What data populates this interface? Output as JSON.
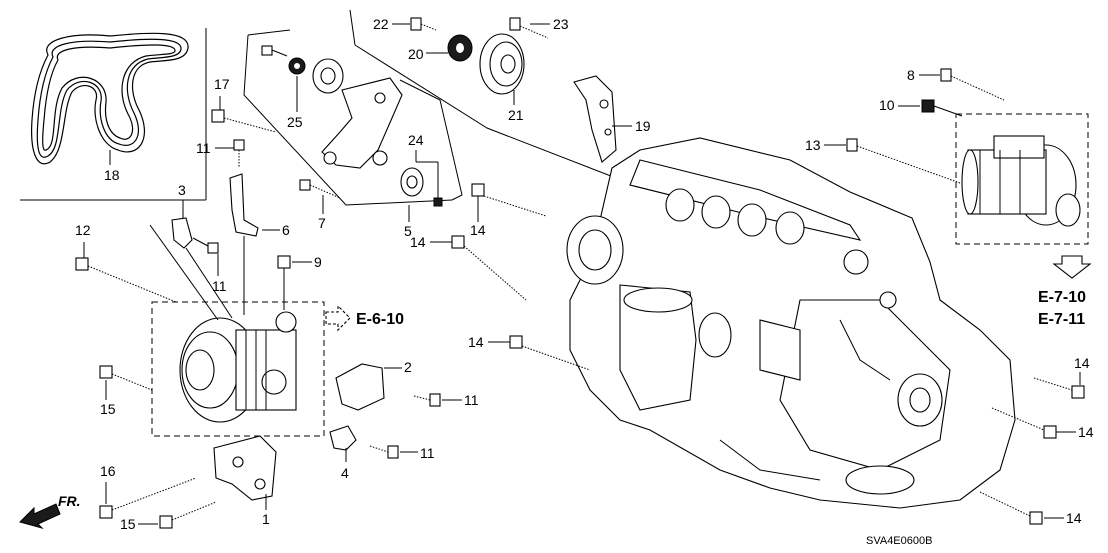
{
  "diagram": {
    "code": "SVA4E0600B",
    "direction": "FR.",
    "refs": {
      "e610": "E-6-10",
      "e710": "E-7-10",
      "e711": "E-7-11"
    },
    "callouts": {
      "c1": "1",
      "c2": "2",
      "c3": "3",
      "c4": "4",
      "c5": "5",
      "c6": "6",
      "c7": "7",
      "c8": "8",
      "c9": "9",
      "c10": "10",
      "c11a": "11",
      "c11b": "11",
      "c11c": "11",
      "c11d": "11",
      "c12": "12",
      "c13": "13",
      "c14a": "14",
      "c14b": "14",
      "c14c": "14",
      "c14d": "14",
      "c14e": "14",
      "c14f": "14",
      "c15a": "15",
      "c15b": "15",
      "c16": "16",
      "c17": "17",
      "c18": "18",
      "c19": "19",
      "c20": "20",
      "c21": "21",
      "c22": "22",
      "c23": "23",
      "c24": "24",
      "c25": "25"
    }
  }
}
